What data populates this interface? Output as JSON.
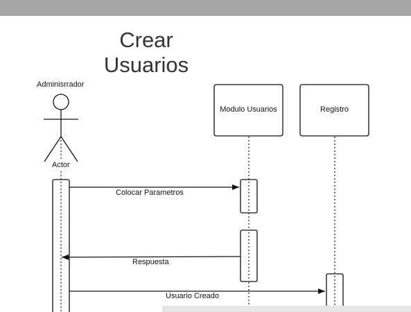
{
  "diagram": {
    "title_line1": "Crear",
    "title_line2": "Usuarios",
    "actor": {
      "name": "Adminisrrador",
      "role_label": "Actor"
    },
    "participants": [
      {
        "label": "Modulo Usuarios"
      },
      {
        "label": "Registro"
      }
    ],
    "messages": [
      {
        "label": "Colocar Parametros"
      },
      {
        "label": "Respuesta"
      },
      {
        "label": "Usuario Creado"
      }
    ]
  }
}
